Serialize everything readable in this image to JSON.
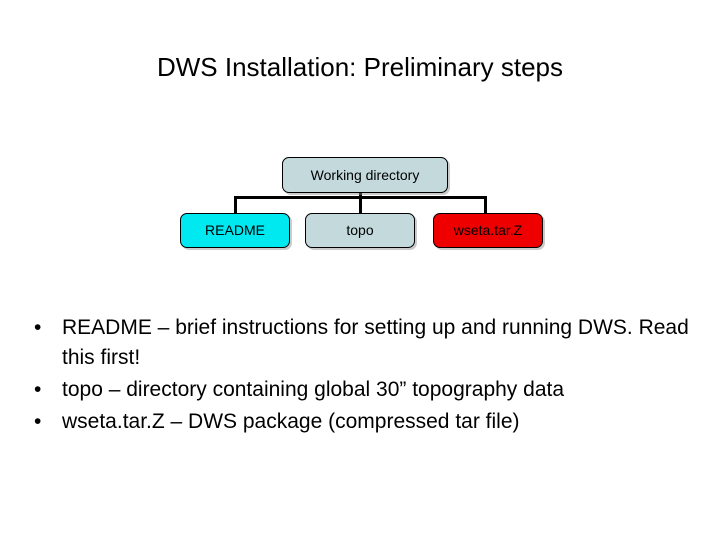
{
  "slide": {
    "title": "DWS Installation: Preliminary steps"
  },
  "diagram": {
    "type": "tree",
    "root": {
      "label": "Working directory",
      "fill": "#c3d9dc",
      "border": "#000000"
    },
    "children": [
      {
        "label": "README",
        "fill": "#00e8f0",
        "border": "#000000"
      },
      {
        "label": "topo",
        "fill": "#c3d9dc",
        "border": "#000000"
      },
      {
        "label": "wseta.tar.Z",
        "fill": "#ee0000",
        "border": "#000000"
      }
    ]
  },
  "bullets": [
    {
      "marker": "•",
      "text": "README – brief instructions for setting up and running DWS. Read this first!"
    },
    {
      "marker": "•",
      "text": "topo – directory containing global 30” topography data"
    },
    {
      "marker": "•",
      "text": "wseta.tar.Z – DWS package (compressed tar file)"
    }
  ]
}
